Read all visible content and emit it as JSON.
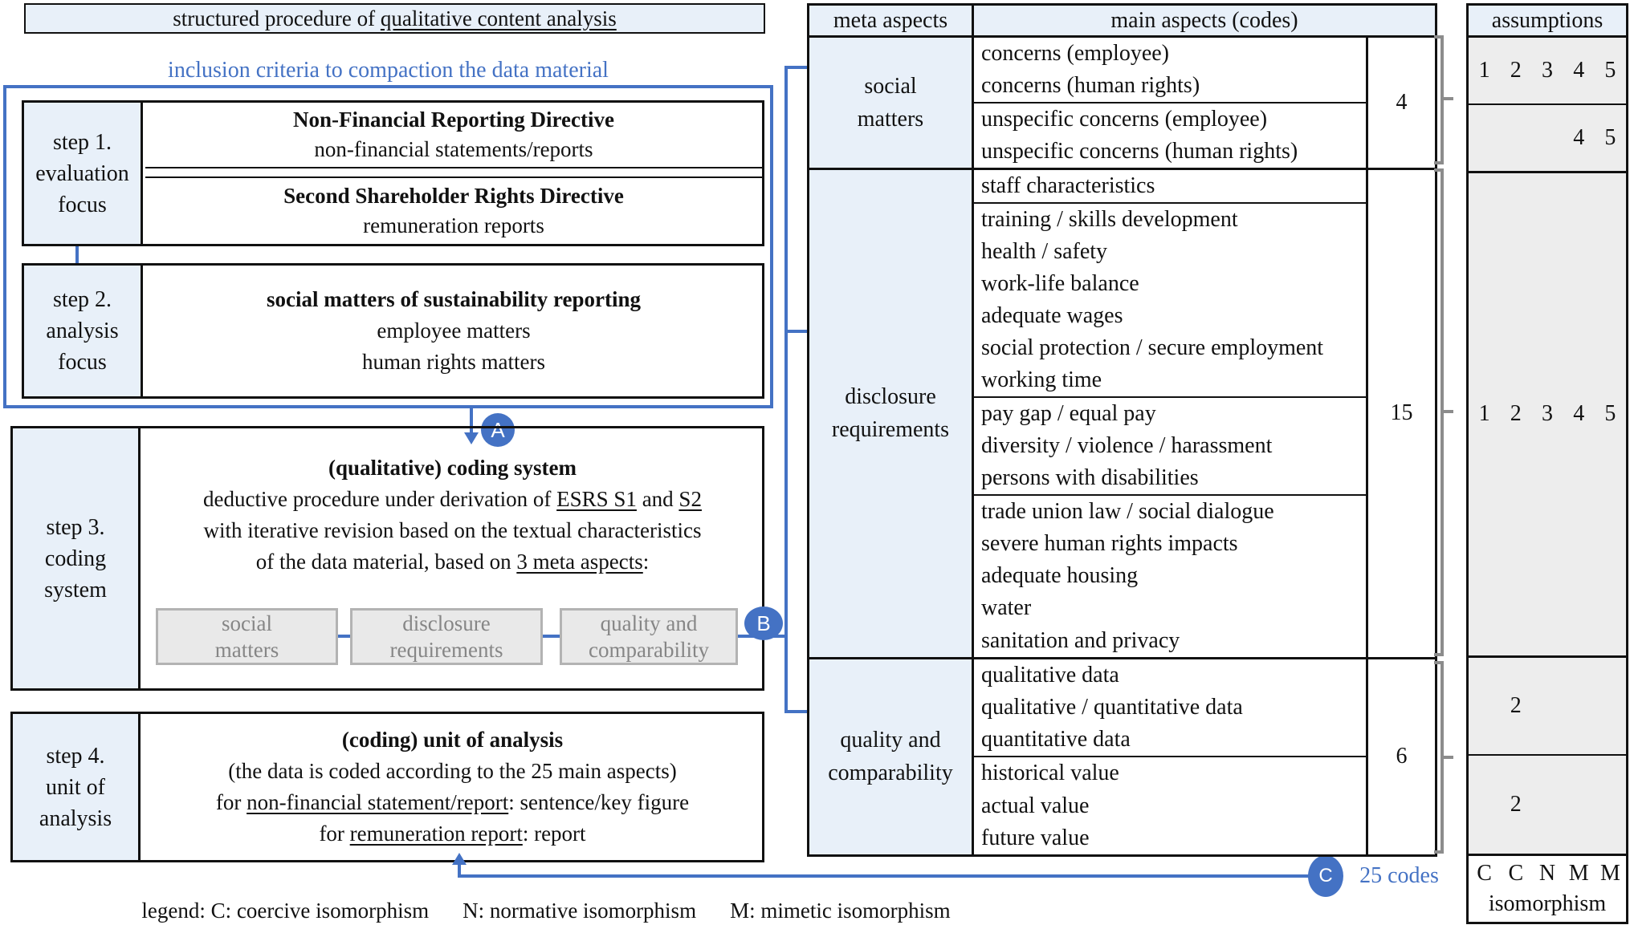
{
  "colors": {
    "accent_blue": "#4472c4",
    "light_blue_fill": "#e8f0f9",
    "gray_cell_fill": "#ededed",
    "meta_box_fill": "#e9e9e9",
    "meta_box_text": "#868686",
    "bracket_gray": "#8c8c8c",
    "border_black": "#111111"
  },
  "left": {
    "title": {
      "prefix": "structured procedure of ",
      "underlined": "qualitative content analysis"
    },
    "inclusion_label": "inclusion criteria to compaction the data material",
    "step1": {
      "label_lines": [
        "step 1.",
        "evaluation",
        "focus"
      ],
      "box1_title": "Non-Financial Reporting Directive",
      "box1_sub": "non-financial statements/reports",
      "box2_title": "Second Shareholder Rights Directive",
      "box2_sub": "remuneration reports"
    },
    "step2": {
      "label_lines": [
        "step 2.",
        "analysis",
        "focus"
      ],
      "title": "social matters of sustainability reporting",
      "line2": "employee matters",
      "line3": "human rights matters"
    },
    "step3": {
      "label_lines": [
        "step 3.",
        "coding",
        "system"
      ],
      "title": "(qualitative) coding system",
      "l2a": "deductive procedure under derivation of ",
      "l2b": "ESRS S1",
      "l2c": " and ",
      "l2d": "S2",
      "l3": "with iterative revision based on the textual characteristics",
      "l4a": "of the data material, based on ",
      "l4b": "3 meta aspects",
      "l4c": ":",
      "meta_boxes": [
        {
          "l1": "social",
          "l2": "matters"
        },
        {
          "l1": "disclosure",
          "l2": "requirements"
        },
        {
          "l1": "quality and",
          "l2": "comparability"
        }
      ]
    },
    "step4": {
      "label_lines": [
        "step 4.",
        "unit of",
        "analysis"
      ],
      "title": "(coding) unit of analysis",
      "l2": "(the data is coded according to the 25 main aspects)",
      "l3a": "for ",
      "l3b": "non-financial statement/report",
      "l3c": ": sentence/key figure",
      "l4a": "for ",
      "l4b": "remuneration report",
      "l4c": ": report"
    },
    "legend": {
      "item1": "legend: C: coercive isomorphism",
      "item2": "N: normative isomorphism",
      "item3": "M: mimetic isomorphism"
    }
  },
  "connectors": {
    "circle_a": "A",
    "circle_b": "B",
    "circle_c": "C",
    "codes_total": "25 codes"
  },
  "table": {
    "header": {
      "meta": "meta aspects",
      "main": "main aspects (codes)"
    },
    "groups": [
      {
        "meta_lines": [
          "social",
          "matters"
        ],
        "count": "4",
        "rows": [
          "concerns (employee)",
          "concerns (human rights)",
          "unspecific concerns (employee)",
          "unspecific concerns (human rights)"
        ]
      },
      {
        "meta_lines": [
          "disclosure",
          "requirements"
        ],
        "count": "15",
        "rows": [
          "staff characteristics",
          "training / skills development",
          "health / safety",
          "work-life balance",
          "adequate wages",
          "social protection / secure employment",
          "working time",
          "pay gap / equal pay",
          "diversity / violence / harassment",
          "persons with disabilities",
          "trade union law / social dialogue",
          "severe human rights impacts",
          "adequate housing",
          "water",
          "sanitation and privacy"
        ]
      },
      {
        "meta_lines": [
          "quality and",
          "comparability"
        ],
        "count": "6",
        "rows": [
          "qualitative data",
          "qualitative / quantitative data",
          "quantitative data",
          "historical value",
          "actual value",
          "future value"
        ]
      }
    ]
  },
  "assumptions": {
    "header": "assumptions",
    "cells": [
      {
        "values": [
          "1",
          "2",
          "3",
          "4",
          "5"
        ]
      },
      {
        "values": [
          "",
          "",
          "",
          "4",
          "5"
        ]
      },
      {
        "values": [
          "1",
          "2",
          "3",
          "4",
          "5"
        ]
      },
      {
        "values": [
          "",
          "2",
          "",
          "",
          ""
        ]
      },
      {
        "values": [
          "",
          "2",
          "",
          "",
          ""
        ]
      }
    ],
    "footer": {
      "letters": [
        "C",
        "C",
        "N",
        "M",
        "M"
      ],
      "label": "isomorphism"
    }
  }
}
